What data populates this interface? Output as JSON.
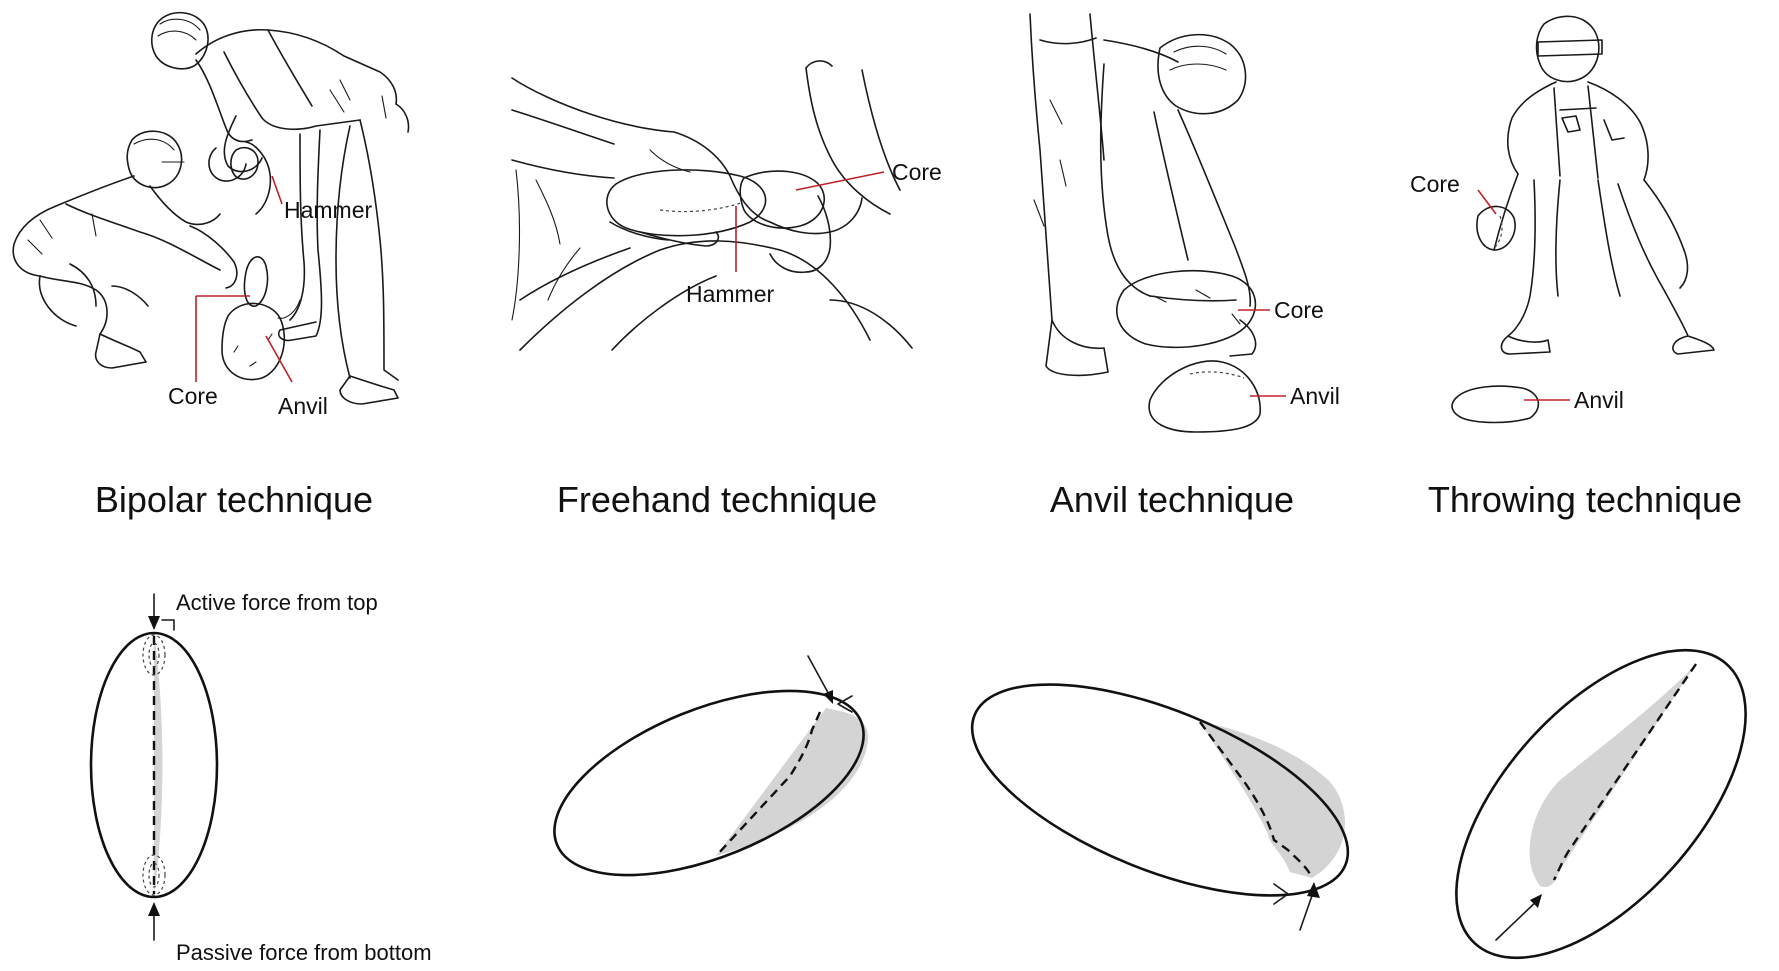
{
  "panels": [
    {
      "caption": "Bipolar technique",
      "labels": {
        "hammer": "Hammer",
        "core": "Core",
        "anvil": "Anvil"
      }
    },
    {
      "caption": "Freehand technique",
      "labels": {
        "core": "Core",
        "hammer": "Hammer"
      }
    },
    {
      "caption": "Anvil technique",
      "labels": {
        "core": "Core",
        "anvil": "Anvil"
      }
    },
    {
      "caption": "Throwing technique",
      "labels": {
        "core": "Core",
        "anvil": "Anvil"
      }
    }
  ],
  "forces": {
    "top": "Active force from top",
    "bottom": "Passive force from bottom"
  },
  "colors": {
    "leader": "#c0202a",
    "scar": "#d4d4d4",
    "ink": "#111111"
  }
}
